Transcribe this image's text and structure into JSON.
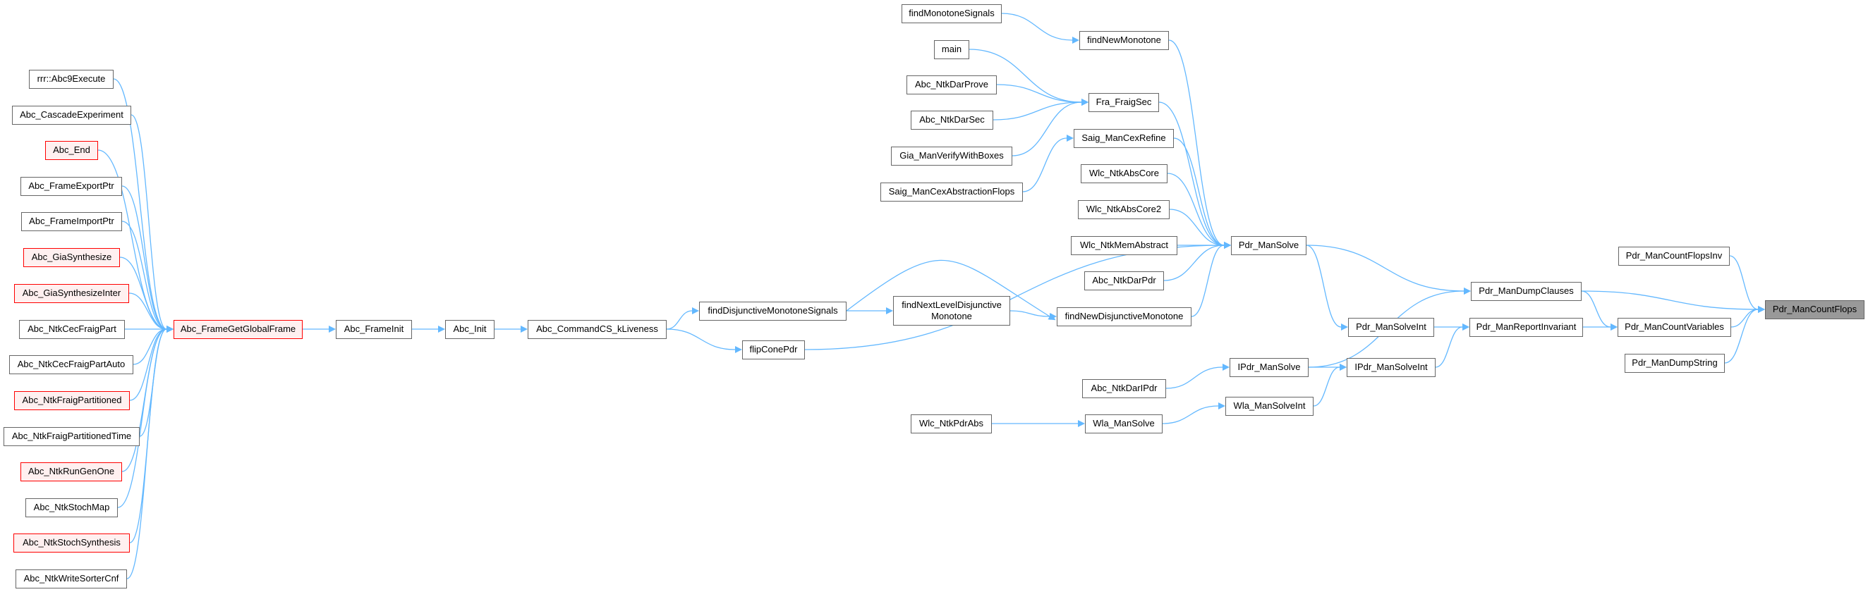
{
  "graph": {
    "nodes": [
      {
        "id": "rrr",
        "label": "rrr::Abc9Execute",
        "truncated": false
      },
      {
        "id": "casc",
        "label": "Abc_CascadeExperiment",
        "truncated": false
      },
      {
        "id": "end",
        "label": "Abc_End",
        "truncated": true
      },
      {
        "id": "exp",
        "label": "Abc_FrameExportPtr",
        "truncated": false
      },
      {
        "id": "imp",
        "label": "Abc_FrameImportPtr",
        "truncated": false
      },
      {
        "id": "gias",
        "label": "Abc_GiaSynthesize",
        "truncated": true
      },
      {
        "id": "giasi",
        "label": "Abc_GiaSynthesizeInter",
        "truncated": true
      },
      {
        "id": "cfp",
        "label": "Abc_NtkCecFraigPart",
        "truncated": false
      },
      {
        "id": "cfpa",
        "label": "Abc_NtkCecFraigPartAuto",
        "truncated": false
      },
      {
        "id": "nfp",
        "label": "Abc_NtkFraigPartitioned",
        "truncated": true
      },
      {
        "id": "nfpt",
        "label": "Abc_NtkFraigPartitionedTime",
        "truncated": false
      },
      {
        "id": "rgo",
        "label": "Abc_NtkRunGenOne",
        "truncated": true
      },
      {
        "id": "stm",
        "label": "Abc_NtkStochMap",
        "truncated": false
      },
      {
        "id": "sts",
        "label": "Abc_NtkStochSynthesis",
        "truncated": true
      },
      {
        "id": "wsc",
        "label": "Abc_NtkWriteSorterCnf",
        "truncated": false
      },
      {
        "id": "ggf",
        "label": "Abc_FrameGetGlobalFrame",
        "truncated": true
      },
      {
        "id": "finit",
        "label": "Abc_FrameInit",
        "truncated": false
      },
      {
        "id": "init",
        "label": "Abc_Init",
        "truncated": false
      },
      {
        "id": "kl",
        "label": "Abc_CommandCS_kLiveness",
        "truncated": false
      },
      {
        "id": "fms",
        "label": "findMonotoneSignals",
        "truncated": false
      },
      {
        "id": "fnm",
        "label": "findNewMonotone",
        "truncated": false
      },
      {
        "id": "main",
        "label": "main",
        "truncated": false
      },
      {
        "id": "ndp",
        "label": "Abc_NtkDarProve",
        "truncated": false
      },
      {
        "id": "ffs",
        "label": "Fra_FraigSec",
        "truncated": false
      },
      {
        "id": "nds",
        "label": "Abc_NtkDarSec",
        "truncated": false
      },
      {
        "id": "scr",
        "label": "Saig_ManCexRefine",
        "truncated": false
      },
      {
        "id": "gvb",
        "label": "Gia_ManVerifyWithBoxes",
        "truncated": false
      },
      {
        "id": "wac",
        "label": "Wlc_NtkAbsCore",
        "truncated": false
      },
      {
        "id": "scaf",
        "label": "Saig_ManCexAbstractionFlops",
        "truncated": false
      },
      {
        "id": "wac2",
        "label": "Wlc_NtkAbsCore2",
        "truncated": false
      },
      {
        "id": "pms",
        "label": "Pdr_ManSolve",
        "truncated": false
      },
      {
        "id": "wma",
        "label": "Wlc_NtkMemAbstract",
        "truncated": false
      },
      {
        "id": "ndpdr",
        "label": "Abc_NtkDarPdr",
        "truncated": false
      },
      {
        "id": "fdms",
        "label": "findDisjunctiveMonotoneSignals",
        "truncated": false
      },
      {
        "id": "fnld",
        "label": "findNextLevelDisjunctive\nMonotone",
        "truncated": false
      },
      {
        "id": "fndm",
        "label": "findNewDisjunctiveMonotone",
        "truncated": false
      },
      {
        "id": "fcp",
        "label": "flipConePdr",
        "truncated": false
      },
      {
        "id": "ips",
        "label": "IPdr_ManSolve",
        "truncated": false
      },
      {
        "id": "ndip",
        "label": "Abc_NtkDarIPdr",
        "truncated": false
      },
      {
        "id": "wmsi",
        "label": "Wla_ManSolveInt",
        "truncated": false
      },
      {
        "id": "wpa",
        "label": "Wlc_NtkPdrAbs",
        "truncated": false
      },
      {
        "id": "wms",
        "label": "Wla_ManSolve",
        "truncated": false
      },
      {
        "id": "pcfi",
        "label": "Pdr_ManCountFlopsInv",
        "truncated": false
      },
      {
        "id": "pdc",
        "label": "Pdr_ManDumpClauses",
        "truncated": false
      },
      {
        "id": "pcf",
        "label": "Pdr_ManCountFlops",
        "truncated": false,
        "focus": true
      },
      {
        "id": "psi",
        "label": "Pdr_ManSolveInt",
        "truncated": false
      },
      {
        "id": "pri",
        "label": "Pdr_ManReportInvariant",
        "truncated": false
      },
      {
        "id": "pcv",
        "label": "Pdr_ManCountVariables",
        "truncated": false
      },
      {
        "id": "ipsi",
        "label": "IPdr_ManSolveInt",
        "truncated": false
      },
      {
        "id": "pds",
        "label": "Pdr_ManDumpString",
        "truncated": false
      }
    ],
    "edges": [
      [
        "rrr",
        "ggf"
      ],
      [
        "casc",
        "ggf"
      ],
      [
        "end",
        "ggf"
      ],
      [
        "exp",
        "ggf"
      ],
      [
        "imp",
        "ggf"
      ],
      [
        "gias",
        "ggf"
      ],
      [
        "giasi",
        "ggf"
      ],
      [
        "cfp",
        "ggf"
      ],
      [
        "cfpa",
        "ggf"
      ],
      [
        "nfp",
        "ggf"
      ],
      [
        "nfpt",
        "ggf"
      ],
      [
        "rgo",
        "ggf"
      ],
      [
        "stm",
        "ggf"
      ],
      [
        "sts",
        "ggf"
      ],
      [
        "wsc",
        "ggf"
      ],
      [
        "ggf",
        "finit"
      ],
      [
        "finit",
        "init"
      ],
      [
        "init",
        "kl"
      ],
      [
        "kl",
        "fdms"
      ],
      [
        "kl",
        "fcp"
      ],
      [
        "fdms",
        "fnld"
      ],
      [
        "fdms",
        "fndm"
      ],
      [
        "fnld",
        "fndm"
      ],
      [
        "fms",
        "fnm"
      ],
      [
        "main",
        "ffs"
      ],
      [
        "ndp",
        "ffs"
      ],
      [
        "nds",
        "ffs"
      ],
      [
        "gvb",
        "ffs"
      ],
      [
        "scaf",
        "scr"
      ],
      [
        "fnm",
        "pms"
      ],
      [
        "ffs",
        "pms"
      ],
      [
        "scr",
        "pms"
      ],
      [
        "wac",
        "pms"
      ],
      [
        "wac2",
        "pms"
      ],
      [
        "wma",
        "pms"
      ],
      [
        "ndpdr",
        "pms"
      ],
      [
        "fndm",
        "pms"
      ],
      [
        "fcp",
        "pms"
      ],
      [
        "pms",
        "pdc"
      ],
      [
        "pms",
        "psi"
      ],
      [
        "ips",
        "pdc"
      ],
      [
        "ips",
        "ipsi"
      ],
      [
        "ndip",
        "ips"
      ],
      [
        "wpa",
        "wms"
      ],
      [
        "wms",
        "wmsi"
      ],
      [
        "wmsi",
        "ipsi"
      ],
      [
        "psi",
        "pri"
      ],
      [
        "ipsi",
        "pri"
      ],
      [
        "pdc",
        "pcf"
      ],
      [
        "pdc",
        "pcv"
      ],
      [
        "pri",
        "pcv"
      ],
      [
        "pcfi",
        "pcf"
      ],
      [
        "pcv",
        "pcf"
      ],
      [
        "pds",
        "pcf"
      ]
    ],
    "edge_color": "#63b8ff"
  }
}
